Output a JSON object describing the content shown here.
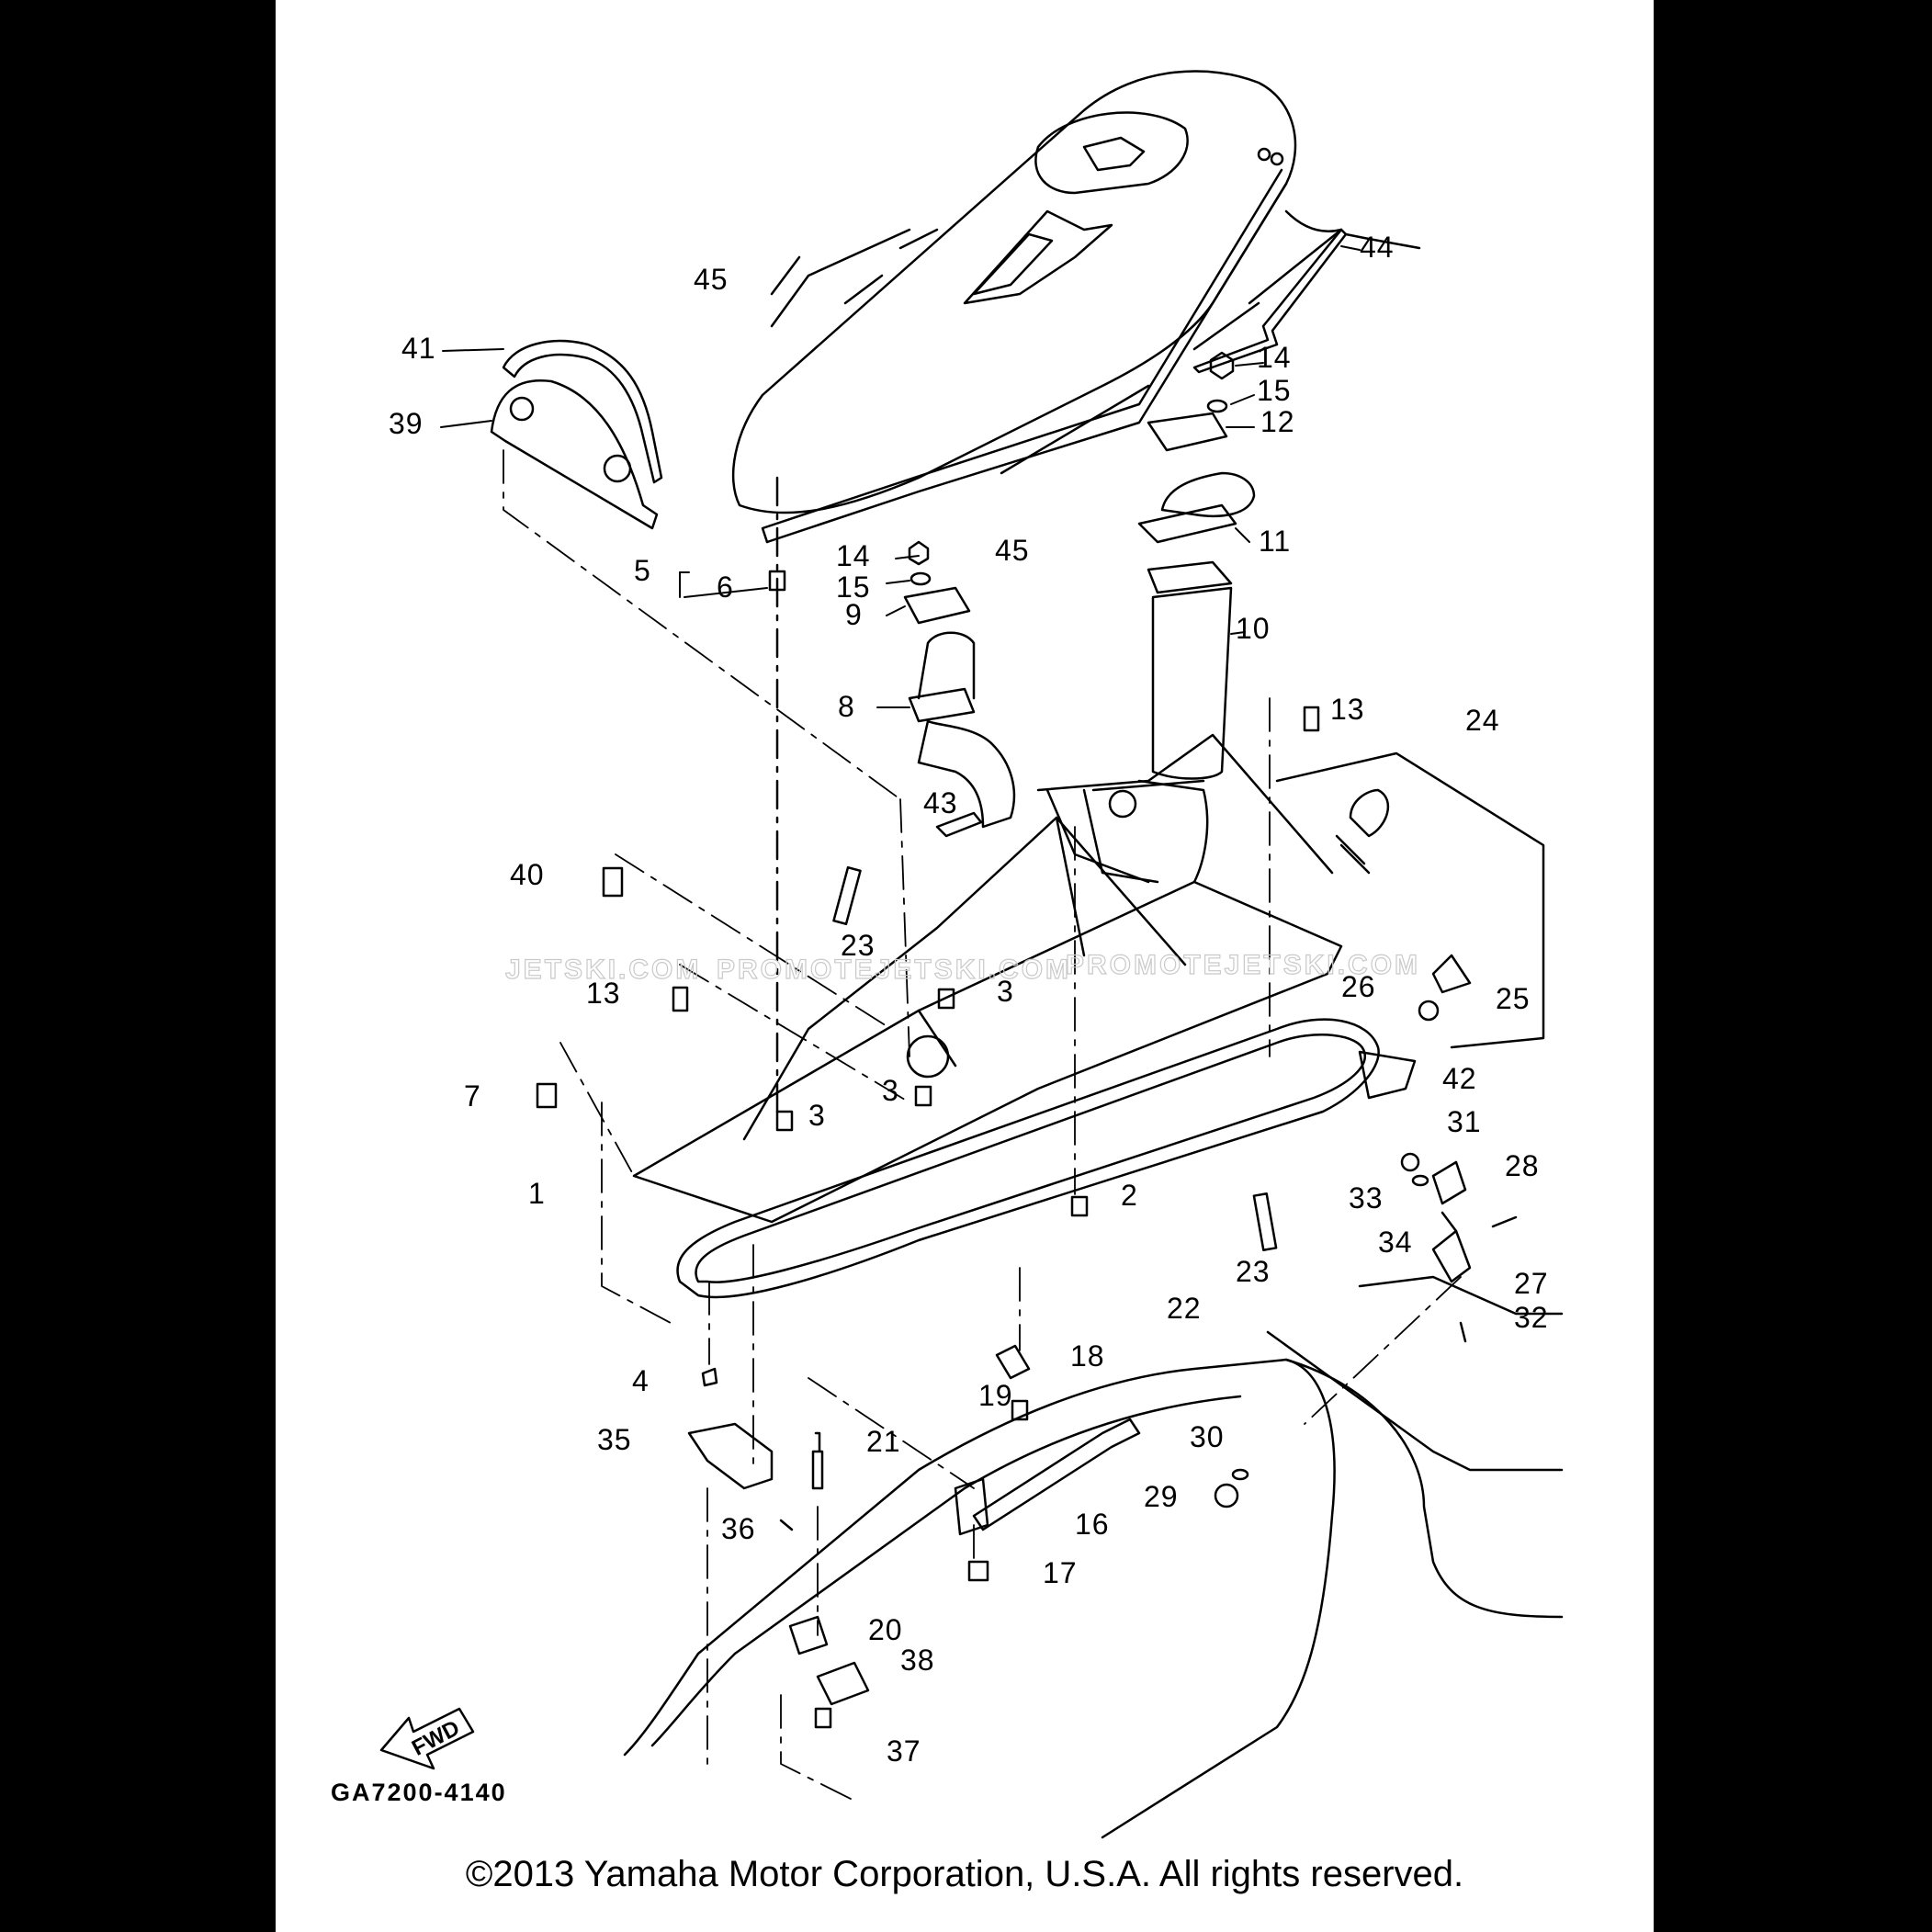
{
  "diagram": {
    "code": "GA7200-4140",
    "fwd": "FWD",
    "watermarks": [
      "JETSKI.COM",
      "PROMOTEJETSKI.COM",
      "PROMOTEJETSKI.COM"
    ],
    "copyright": "©2013 Yamaha Motor Corporation, U.S.A. All rights reserved.",
    "callouts": [
      "1",
      "2",
      "3",
      "4",
      "5",
      "6",
      "7",
      "8",
      "9",
      "10",
      "11",
      "12",
      "13",
      "14",
      "15",
      "16",
      "17",
      "18",
      "19",
      "20",
      "21",
      "22",
      "23",
      "24",
      "25",
      "26",
      "27",
      "28",
      "29",
      "30",
      "31",
      "32",
      "33",
      "34",
      "35",
      "36",
      "37",
      "38",
      "39",
      "40",
      "41",
      "42",
      "43",
      "44",
      "45"
    ]
  }
}
